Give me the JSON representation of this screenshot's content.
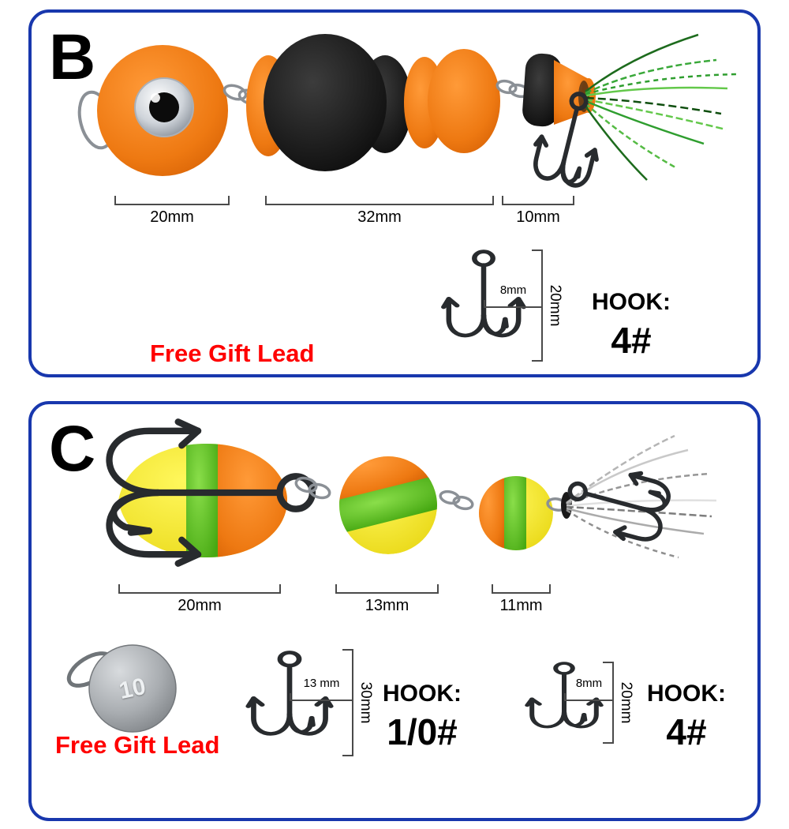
{
  "panels": {
    "b": {
      "label": "B",
      "dims": [
        "20mm",
        "32mm",
        "10mm"
      ],
      "hook": {
        "title": "HOOK:",
        "size": "4#",
        "gape": "8mm",
        "length": "20mm"
      },
      "free_gift": "Free Gift Lead"
    },
    "c": {
      "label": "C",
      "dims": [
        "20mm",
        "13mm",
        "11mm"
      ],
      "lead": "10",
      "free_gift": "Free Gift Lead",
      "hook_large": {
        "title": "HOOK:",
        "size": "1/0#",
        "gape": "13 mm",
        "length": "30mm"
      },
      "hook_small": {
        "title": "HOOK:",
        "size": "4#",
        "gape": "8mm",
        "length": "20mm"
      }
    }
  },
  "colors": {
    "panel_border": "#1837ad",
    "text": "#000000",
    "accent_red": "#ff0000",
    "lure_orange": "#ee7912",
    "lure_black": "#141414",
    "lure_yellow": "#f3e52c",
    "lure_green": "#53c21f",
    "tinsel_green": "#2f9e2f",
    "tinsel_silver": "#b5b5b5",
    "hook_metal": "#282b2e",
    "lead_gray": "#a9adb1"
  },
  "icons": {
    "treble_hook": "treble-hook-icon",
    "snap_clip": "snap-clip-icon",
    "split_ring": "split-ring-icon",
    "lure_eye": "lure-eye-icon",
    "tinsel_green": "tinsel-skirt-green",
    "tinsel_silver": "tinsel-skirt-silver",
    "lead_weight": "lead-weight-icon"
  }
}
